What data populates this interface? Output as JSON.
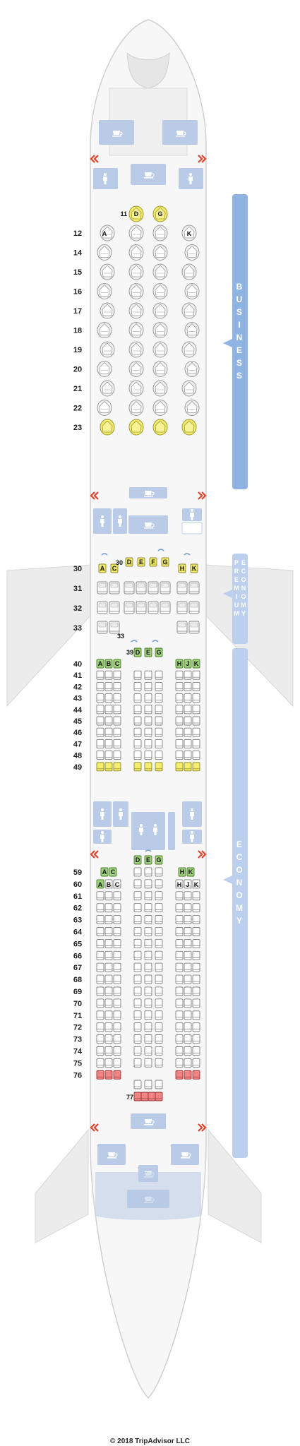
{
  "copyright": "© 2018 TripAdvisor LLC",
  "colors": {
    "business_band": "#8fb3e3",
    "premium_band": "#bcd0ee",
    "economy_band": "#bcd0ee",
    "seat_standard": "#ffffff",
    "seat_yellow": "#f4ec6c",
    "seat_green": "#9ecf7a",
    "seat_red": "#f08585",
    "galley": "#b9cbe6",
    "exit_arrow": "#e0442c"
  },
  "cabins": {
    "business": {
      "label": "BUSINESS",
      "letters": [
        "B",
        "U",
        "S",
        "I",
        "N",
        "E",
        "S",
        "S"
      ]
    },
    "premium": {
      "letters": [
        "P",
        "R",
        "E",
        "M",
        "I",
        "U",
        "M",
        "E",
        "C",
        "O",
        "N",
        "O",
        "M",
        "Y"
      ]
    },
    "economy": {
      "letters": [
        "E",
        "C",
        "O",
        "N",
        "O",
        "M",
        "Y"
      ]
    }
  },
  "business_rows": [
    "12",
    "14",
    "15",
    "16",
    "17",
    "18",
    "19",
    "20",
    "21",
    "22",
    "23"
  ],
  "business_row11": "11",
  "business_letters": {
    "a": "A",
    "d": "D",
    "g": "G",
    "k": "K"
  },
  "premium_rows": [
    "30",
    "31",
    "32",
    "33"
  ],
  "premium_row30_center": "30",
  "premium_row33_center": "33",
  "premium_letters": {
    "a": "A",
    "c": "C",
    "d": "D",
    "e": "E",
    "f": "F",
    "g": "G",
    "h": "H",
    "k": "K"
  },
  "eco1_rows": [
    "40",
    "41",
    "42",
    "43",
    "44",
    "45",
    "46",
    "47",
    "48",
    "49"
  ],
  "eco1_row39": "39",
  "eco1_letters": {
    "a": "A",
    "b": "B",
    "c": "C",
    "d": "D",
    "e": "E",
    "g": "G",
    "h": "H",
    "j": "J",
    "k": "K"
  },
  "eco2_rows": [
    "59",
    "60",
    "61",
    "62",
    "63",
    "64",
    "65",
    "66",
    "67",
    "68",
    "69",
    "70",
    "71",
    "72",
    "73",
    "74",
    "75",
    "76"
  ],
  "eco2_row77": "77",
  "eco2_row59_letters": {
    "a": "A",
    "c": "C",
    "d": "D",
    "e": "E",
    "g": "G",
    "h": "H",
    "k": "K"
  },
  "eco2_row60_letters": {
    "a": "A",
    "b": "B",
    "c": "C",
    "h": "H",
    "j": "J",
    "k": "K"
  }
}
